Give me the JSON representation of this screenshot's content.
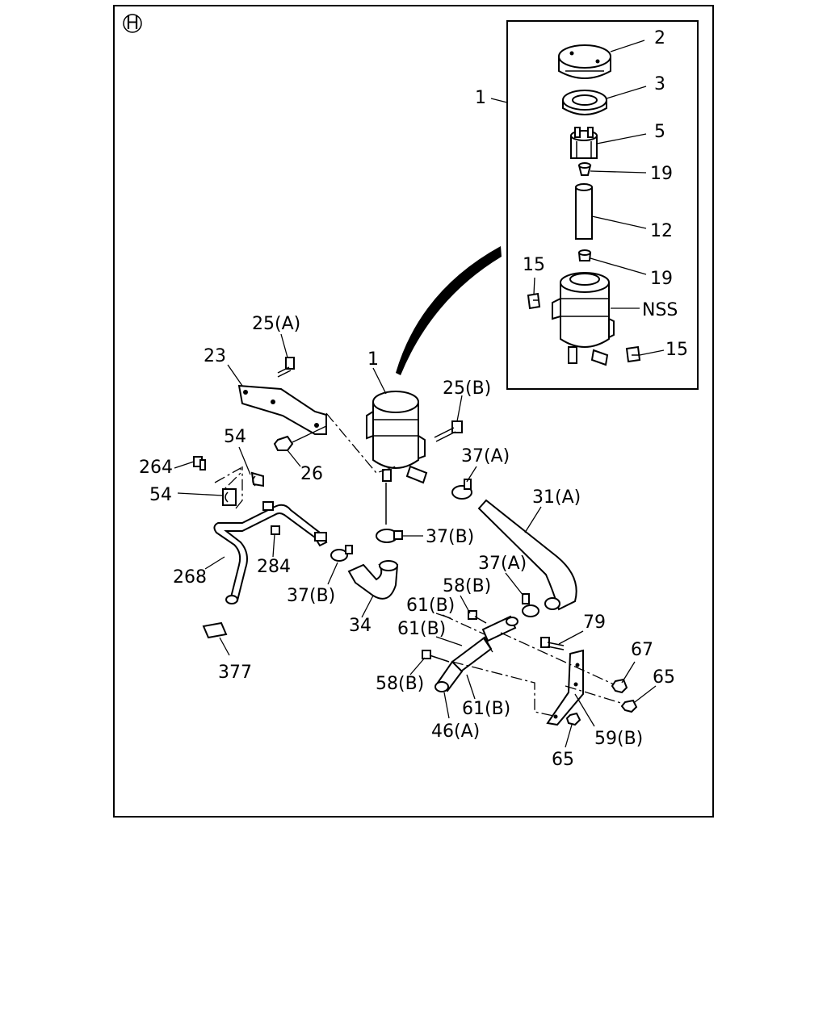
{
  "section_marker": "H",
  "inset_label": "1",
  "labels": {
    "l_2": "2",
    "l_3": "3",
    "l_5": "5",
    "l_19a": "19",
    "l_12": "12",
    "l_19b": "19",
    "l_15a": "15",
    "l_nss": "NSS",
    "l_15b": "15",
    "l_25a": "25(A)",
    "l_23": "23",
    "l_1": "1",
    "l_25b": "25(B)",
    "l_54a": "54",
    "l_264": "264",
    "l_54b": "54",
    "l_26": "26",
    "l_37a1": "37(A)",
    "l_31a": "31(A)",
    "l_37b1": "37(B)",
    "l_268": "268",
    "l_284": "284",
    "l_37b2": "37(B)",
    "l_34": "34",
    "l_37a2": "37(A)",
    "l_58b1": "58(B)",
    "l_61b1": "61(B)",
    "l_61b2": "61(B)",
    "l_79": "79",
    "l_67": "67",
    "l_65a": "65",
    "l_58b2": "58(B)",
    "l_61b3": "61(B)",
    "l_46a": "46(A)",
    "l_59b": "59(B)",
    "l_65b": "65",
    "l_377": "377"
  }
}
